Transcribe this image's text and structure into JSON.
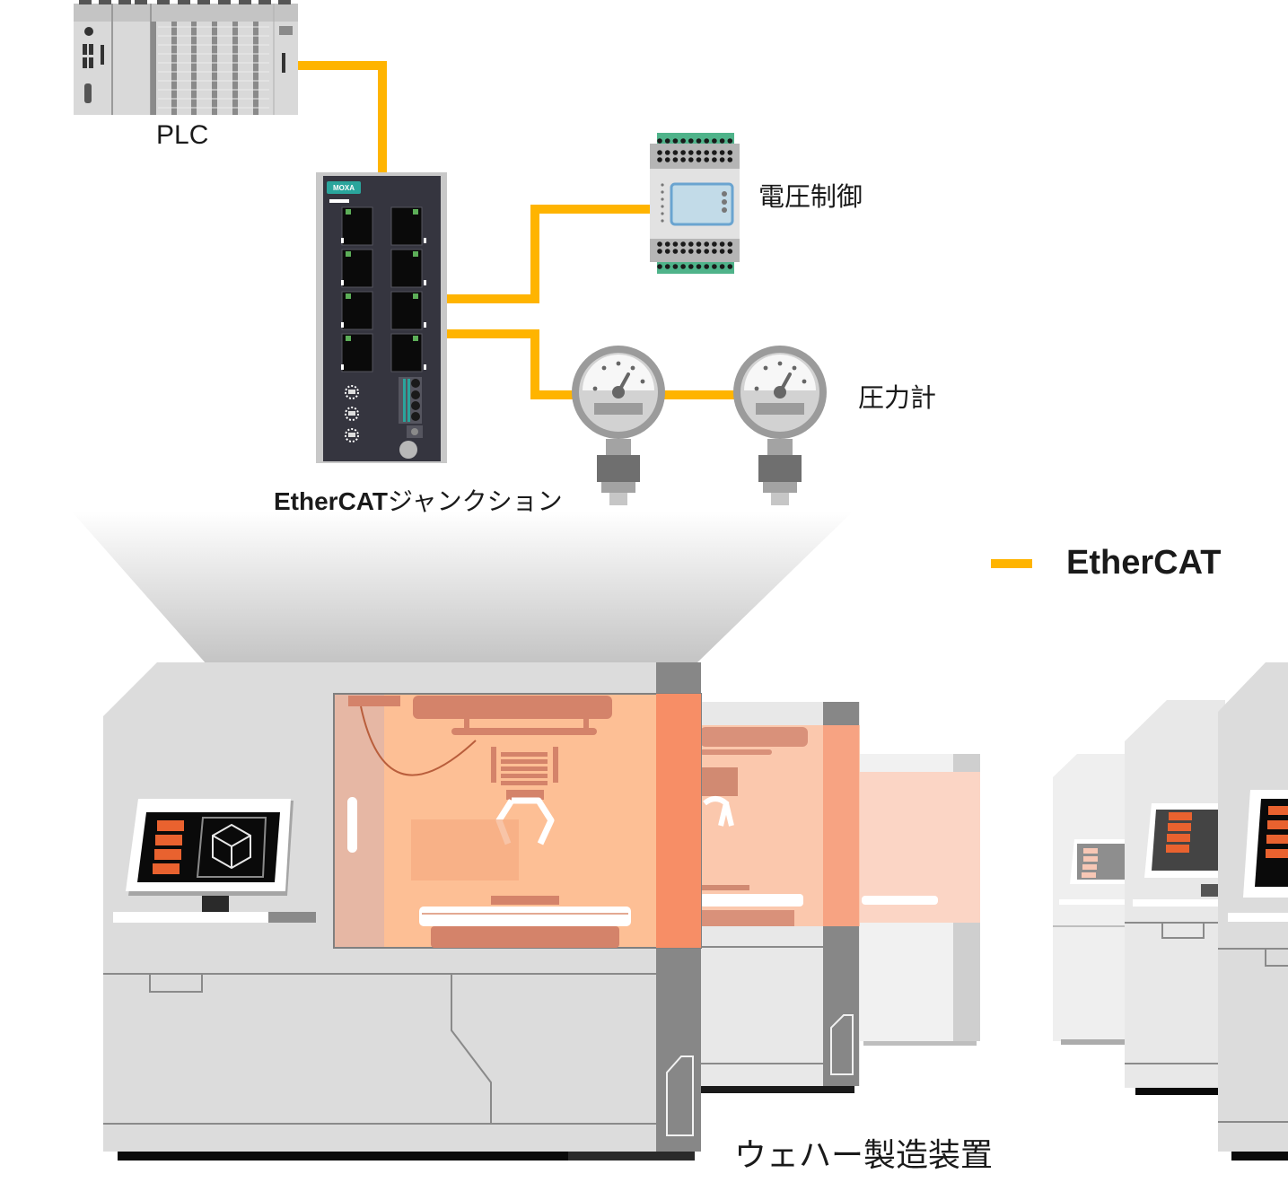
{
  "title": "EtherCAT network diagram for wafer manufacturing equipment",
  "colors": {
    "ethercat_line": "#FFB400",
    "device_dark": "#35353f",
    "moxa_teal": "#2aa59c",
    "terminal_green": "#4fb38a",
    "chamber_orange": "#f79a6b",
    "screen_orange": "#e9622f",
    "machine_gray": "#dcdcdc",
    "pillar_gray": "#878787"
  },
  "devices": {
    "plc": {
      "label": "PLC",
      "icon": "plc-rack-icon"
    },
    "junction": {
      "label_latin": "EtherCAT",
      "label_jp": "ジャンクション",
      "brand": "MOXA",
      "port_count": 8,
      "icon": "ethernet-switch-icon"
    },
    "voltage_control": {
      "label": "電圧制御",
      "icon": "din-rail-module-icon"
    },
    "pressure_gauge": {
      "label": "圧力計",
      "count": 2,
      "icon": "pressure-gauge-icon"
    },
    "wafer_equipment": {
      "label": "ウェハー製造装置",
      "icon": "wafer-machine-icon"
    }
  },
  "legend": {
    "items": [
      {
        "label": "EtherCAT",
        "color": "#FFB400"
      }
    ]
  },
  "connections": [
    {
      "from": "plc",
      "to": "junction",
      "type": "EtherCAT"
    },
    {
      "from": "junction",
      "to": "voltage_control",
      "type": "EtherCAT"
    },
    {
      "from": "junction",
      "to": "pressure_gauge_1",
      "type": "EtherCAT"
    },
    {
      "from": "pressure_gauge_1",
      "to": "pressure_gauge_2",
      "type": "EtherCAT"
    }
  ]
}
